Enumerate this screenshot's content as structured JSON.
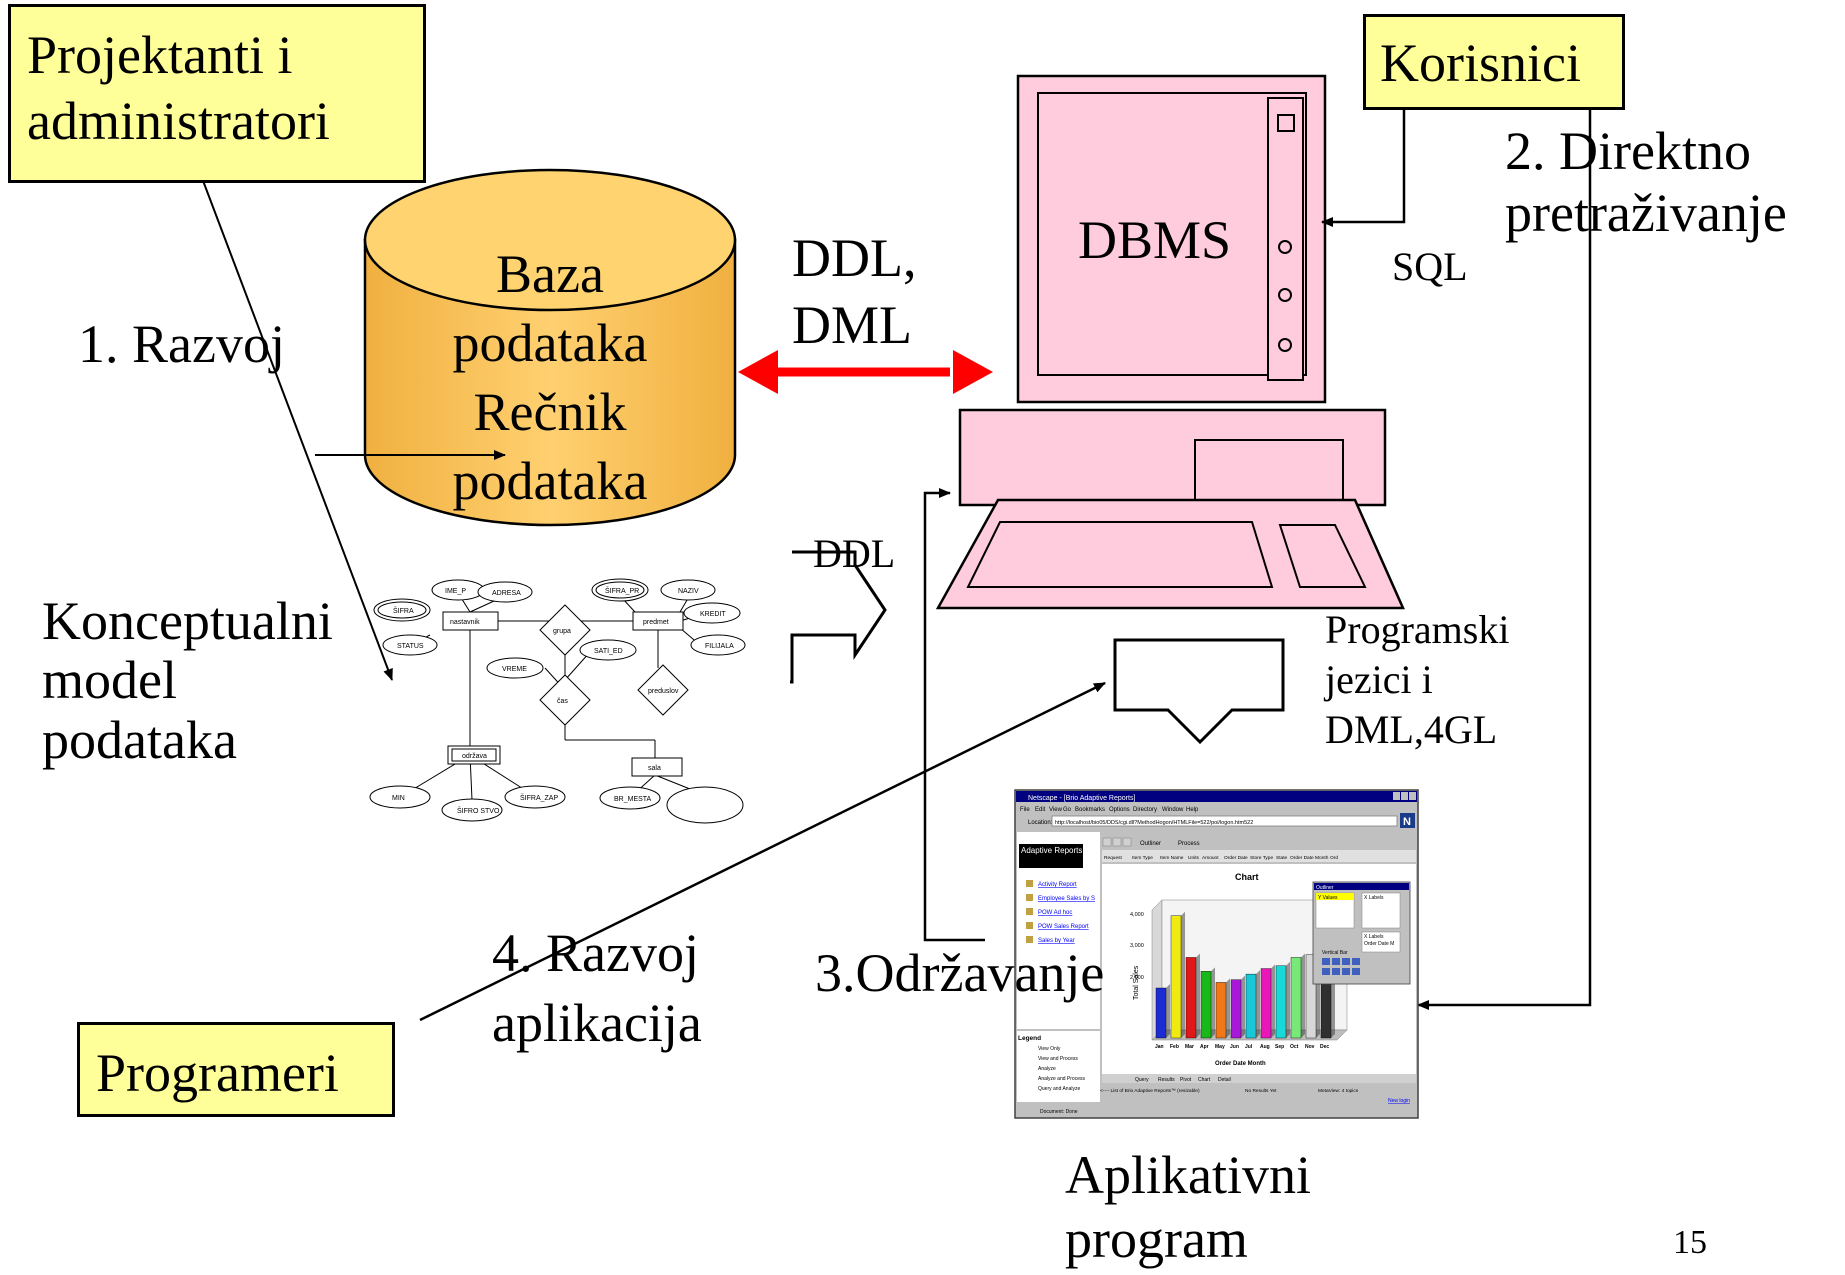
{
  "boxes": {
    "projektanti": "Projektanti i\nadministratori",
    "korisnici": "Korisnici",
    "programeri": "Programeri"
  },
  "labels": {
    "razvoj": "1. Razvoj",
    "baza": "Baza\npodataka\nRečnik\npodataka",
    "ddl_dml": "DDL,\nDML",
    "dbms": "DBMS",
    "sql": "SQL",
    "direktno": "2. Direktno\npretraživanje",
    "ddl": "DDL",
    "konceptualni": "Konceptualni\nmodel\npodataka",
    "programski": "Programski\njezici i\nDML,4GL",
    "razvoj_aplikacija": "4. Razvoj\naplikacija",
    "odrzavanje": "3.Održavanje",
    "aplikativni": "Aplikativni\nprogram",
    "page_number": "15"
  },
  "er_model": {
    "entities": [
      "nastavnik",
      "predmet",
      "održava",
      "sala"
    ],
    "relationships": [
      "grupa",
      "čas",
      "preduslov"
    ],
    "attributes": [
      "IME_P",
      "ADRESA",
      "ŠIFRA_PR",
      "NAZIV",
      "ŠIFRA",
      "STATUS",
      "KREDIT",
      "SATI_ED",
      "FILIJALA",
      "VREME",
      "MIN",
      "ŠIFRO STVO",
      "ŠIFRA_ZAP",
      "BR_MESTA"
    ]
  },
  "screenshot": {
    "title": "Netscape - [Brio Adaptive Reports]",
    "menu": [
      "File",
      "Edit",
      "View",
      "Go",
      "Bookmarks",
      "Options",
      "Directory",
      "Window",
      "Help"
    ],
    "location_label": "Location:",
    "location": "http://localhost/bio05/DDS/cgi.dll?MethodHogon/HTMLFile=522/poi/logon.htm522",
    "sidebar_title": "Adaptive Reports",
    "reports": [
      "Activity Report",
      "Employee Sales by S",
      "POW Ad hoc",
      "POW Sales Report",
      "Sales by Year"
    ],
    "legend_title": "Legend",
    "legend": [
      "View Only",
      "View and Process",
      "Analyze",
      "Analyze and Process",
      "Query and Analyze"
    ],
    "toolbar": [
      "Outliner",
      "Process"
    ],
    "columns": [
      "Request",
      "Item Type",
      "Item Name",
      "Units",
      "Amount",
      "Order Date",
      "Store Type",
      "State",
      "Order Date Month",
      "Ord"
    ],
    "chart_title": "Chart",
    "y_axis": "Total Sales",
    "y_ticks": [
      "4,000",
      "3,000",
      "2,000"
    ],
    "months": [
      "Jan",
      "Feb",
      "Mar",
      "Apr",
      "May",
      "Jun",
      "Jul",
      "Aug",
      "Sep",
      "Oct",
      "Nov",
      "Dec"
    ],
    "bar_values": [
      1800,
      4400,
      2900,
      2400,
      2000,
      2100,
      2300,
      2500,
      2600,
      2900,
      3000,
      2300
    ],
    "bar_colors": [
      "#1c2cd4",
      "#f0ea10",
      "#e01818",
      "#18b818",
      "#f07818",
      "#a818d8",
      "#18c8d8",
      "#e818b8",
      "#18d8d8",
      "#78e878",
      "#d8d8d8",
      "#303030"
    ],
    "x_title": "Order Date Month",
    "outliner_title": "Outliner",
    "outliner_items": [
      "Y Values",
      "X Labels",
      "X Labels",
      "Order Date M"
    ],
    "vertical_bar": "Vertical Bar",
    "tabs": [
      "Query",
      "Results",
      "Pivot",
      "Chart",
      "Detail"
    ],
    "status_left": "<---- List of Brio Adaptive Reports™ (resizable)",
    "status_mid": "No Results Yet",
    "status_right": "MetaView: 4 topics",
    "new_login": "New login",
    "doc_done": "Document: Done"
  },
  "colors": {
    "note": "#ffff99",
    "cylinder": "#ffcc66",
    "computer": "#ffccdd",
    "arrow_red": "#ff0000"
  }
}
